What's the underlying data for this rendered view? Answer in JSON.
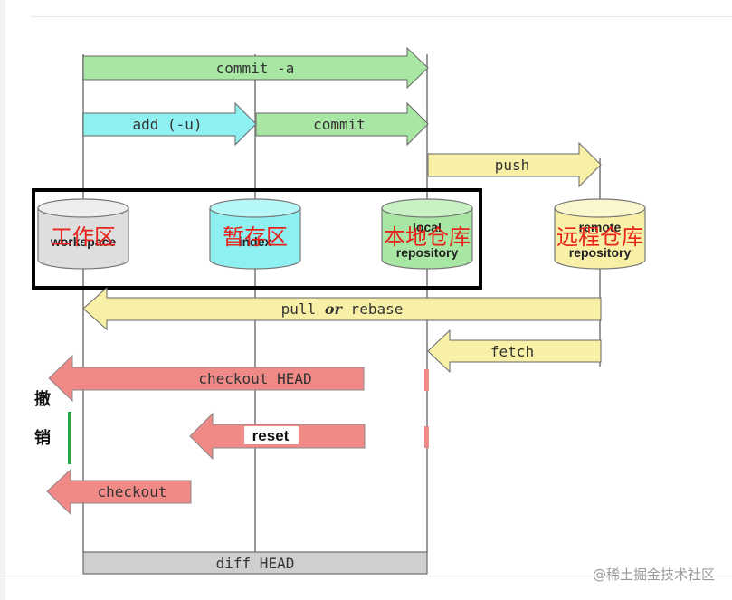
{
  "arrows": {
    "commit_a": "commit -a",
    "add": "add (-u)",
    "commit": "commit",
    "push": "push",
    "pull_prefix": "pull ",
    "pull_or": "or",
    "pull_suffix": " rebase",
    "fetch": "fetch",
    "checkout_head": "checkout HEAD",
    "reset": "reset",
    "checkout": "checkout",
    "diff_head": "diff HEAD"
  },
  "stores": {
    "workspace": {
      "label": "workspace",
      "cn": "工作区"
    },
    "index": {
      "label": "index",
      "cn": "暂存区"
    },
    "local": {
      "label1": "local",
      "label2": "repository",
      "cn": "本地仓库"
    },
    "remote": {
      "label1": "remote",
      "label2": "repository",
      "cn": "远程仓库"
    }
  },
  "undo": {
    "char1": "撤",
    "char2": "销"
  },
  "watermark": "@稀土掘金技术社区",
  "colors": {
    "green": "#a8e6a3",
    "cyan": "#8ef0f0",
    "yellow": "#f7f0a6",
    "red": "#ef8a86",
    "gray": "#cfcfcf",
    "cn_red": "#e8231b"
  }
}
